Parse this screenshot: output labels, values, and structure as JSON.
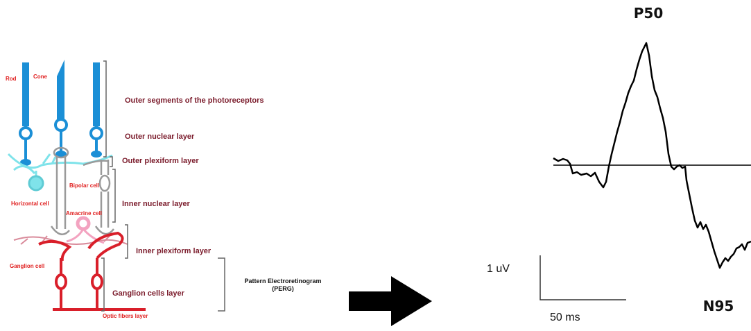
{
  "retina": {
    "rod_label": "Rod",
    "cone_label": "Cone",
    "bipolar_label": "Bipolar cell",
    "horizontal_label": "Horizontal cell",
    "amacrine_label": "Amacrine cell",
    "ganglion_label": "Ganglion cell",
    "optic_label": "Optic fibers layer",
    "layers": {
      "outer_segments": "Outer segments of the photoreceptors",
      "outer_nuclear": "Outer nuclear layer",
      "outer_plexiform": "Outer plexiform layer",
      "inner_nuclear": "Inner nuclear layer",
      "inner_plexiform": "Inner plexiform layer",
      "ganglion_layer": "Ganglion cells layer"
    },
    "perg_line1": "Pattern Electroretinogram",
    "perg_line2": "(PERG)"
  },
  "waveform": {
    "p50": "P50",
    "n95": "N95",
    "scale_v": "1 uV",
    "scale_t": "50 ms"
  },
  "colors": {
    "photoreceptor": "#1b8fd6",
    "horizontal": "#7fe3ea",
    "amacrine": "#f3a3c0",
    "ganglion": "#d91f2a",
    "bipolar": "#9a9a9a"
  }
}
